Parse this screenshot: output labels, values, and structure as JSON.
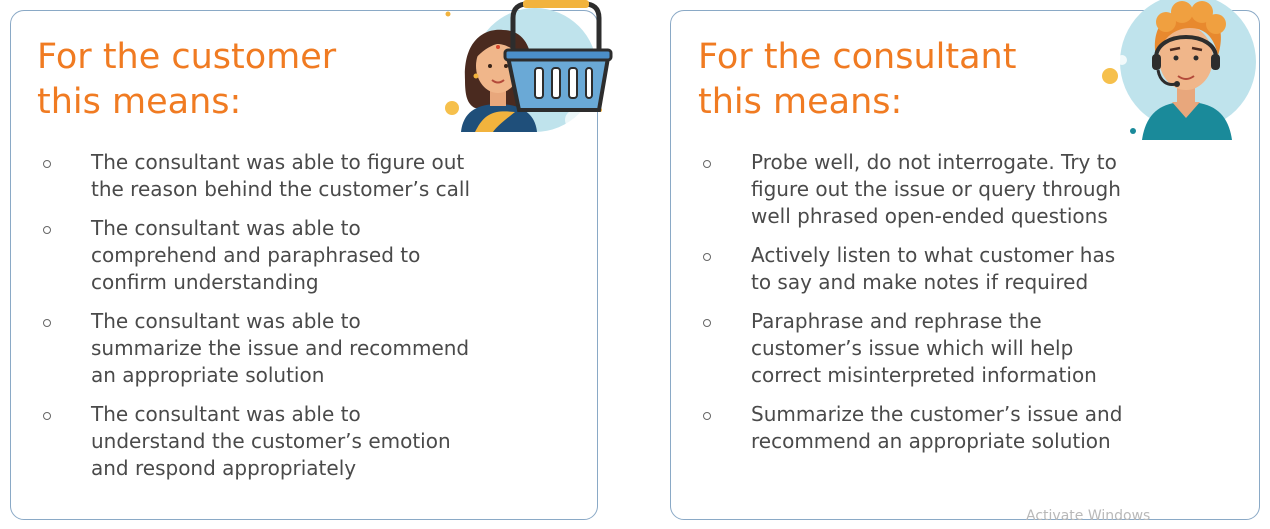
{
  "left_card": {
    "title_line1": "For the customer",
    "title_line2": "this means:",
    "bullets": [
      {
        "lines": [
          "The consultant was able to figure out",
          "the reason behind the customer’s call"
        ]
      },
      {
        "lines": [
          "The consultant was able to",
          "comprehend and paraphrased to",
          "confirm understanding"
        ]
      },
      {
        "lines": [
          "The consultant was able to",
          "summarize the issue and recommend",
          "an appropriate solution"
        ]
      },
      {
        "lines": [
          "The consultant was able to",
          "understand the customer’s emotion",
          "and respond appropriately"
        ]
      }
    ]
  },
  "right_card": {
    "title_line1": "For the consultant",
    "title_line2": "this means:",
    "bullets": [
      {
        "lines": [
          "Probe well, do not interrogate. Try to",
          "figure out the issue or query through",
          "well phrased open-ended questions"
        ]
      },
      {
        "lines": [
          "Actively listen to what customer has",
          "to say and make notes if required"
        ]
      },
      {
        "lines": [
          "Paraphrase and rephrase the",
          "customer’s issue which will help",
          "correct misinterpreted information"
        ]
      },
      {
        "lines": [
          "Summarize the customer’s issue and",
          "recommend an appropriate solution"
        ]
      }
    ]
  },
  "illustrations": {
    "left": "shopper-with-basket-icon",
    "right": "support-agent-headset-icon"
  },
  "colors": {
    "title": "#f07b22",
    "body_text": "#4a4a4a",
    "card_border": "#8aa9c6",
    "illustration_bg": "#bfe3ec"
  },
  "watermark": "Activate Windows"
}
